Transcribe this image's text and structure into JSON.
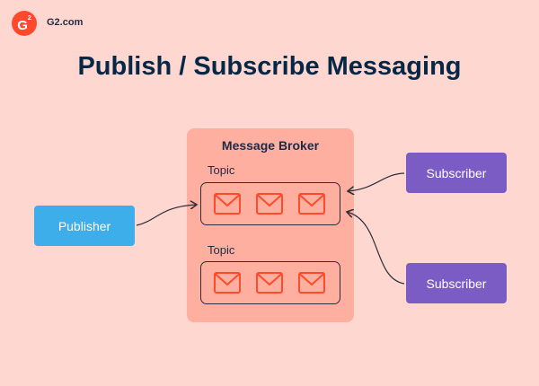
{
  "header": {
    "logo_text": "G",
    "logo_sup": "2",
    "site": "G2.com"
  },
  "title": "Publish / Subscribe Messaging",
  "broker": {
    "label": "Message Broker",
    "topics": [
      {
        "label": "Topic",
        "messages": 3
      },
      {
        "label": "Topic",
        "messages": 3
      }
    ]
  },
  "publisher": {
    "label": "Publisher"
  },
  "subscribers": [
    {
      "label": "Subscriber"
    },
    {
      "label": "Subscriber"
    }
  ],
  "colors": {
    "background": "#FFD7D1",
    "broker": "#FFAFA0",
    "publisher": "#3DAEE9",
    "subscriber": "#7B5CC4",
    "envelope": "#FF4B2B",
    "logo": "#FF492C",
    "title": "#062846"
  },
  "icons": [
    "envelope-icon",
    "g2-logo"
  ]
}
